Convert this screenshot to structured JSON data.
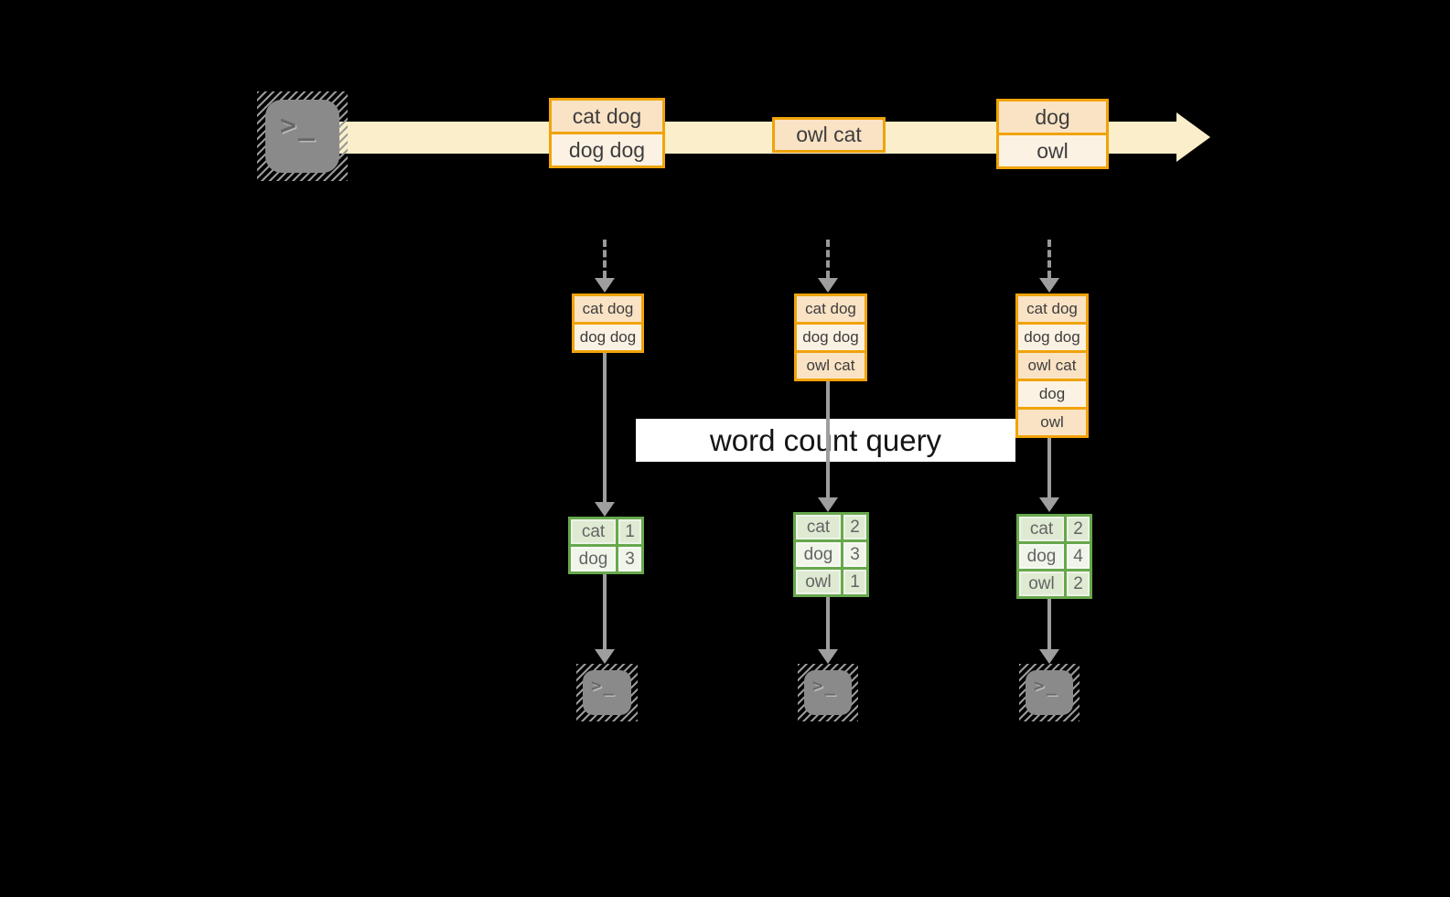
{
  "query_label": "word count query",
  "terminal_glyph": ">_",
  "stream_batches": [
    {
      "records": [
        "cat dog",
        "dog dog"
      ]
    },
    {
      "records": [
        "owl cat"
      ]
    },
    {
      "records": [
        "dog",
        "owl"
      ]
    }
  ],
  "accumulated": [
    {
      "records": [
        "cat dog",
        "dog dog"
      ]
    },
    {
      "records": [
        "cat dog",
        "dog dog",
        "owl cat"
      ]
    },
    {
      "records": [
        "cat dog",
        "dog dog",
        "owl cat",
        "dog",
        "owl"
      ]
    }
  ],
  "word_counts": [
    {
      "rows": [
        {
          "word": "cat",
          "count": "1"
        },
        {
          "word": "dog",
          "count": "3"
        }
      ]
    },
    {
      "rows": [
        {
          "word": "cat",
          "count": "2"
        },
        {
          "word": "dog",
          "count": "3"
        },
        {
          "word": "owl",
          "count": "1"
        }
      ]
    },
    {
      "rows": [
        {
          "word": "cat",
          "count": "2"
        },
        {
          "word": "dog",
          "count": "4"
        },
        {
          "word": "owl",
          "count": "2"
        }
      ]
    }
  ],
  "colors": {
    "background": "#000000",
    "stream_band": "#FAEFCA",
    "orange_border": "#F0A30A",
    "cell_peach": "#FAE3C5",
    "cell_cream": "#FCF2E3",
    "green_border": "#67A84D",
    "green_cell_dark": "#DFEAD3",
    "green_cell_light": "#F0F5EA",
    "arrow_gray": "#9E9E9E",
    "terminal_gray": "#8A8A8A",
    "label_bg": "#FFFFFF"
  }
}
